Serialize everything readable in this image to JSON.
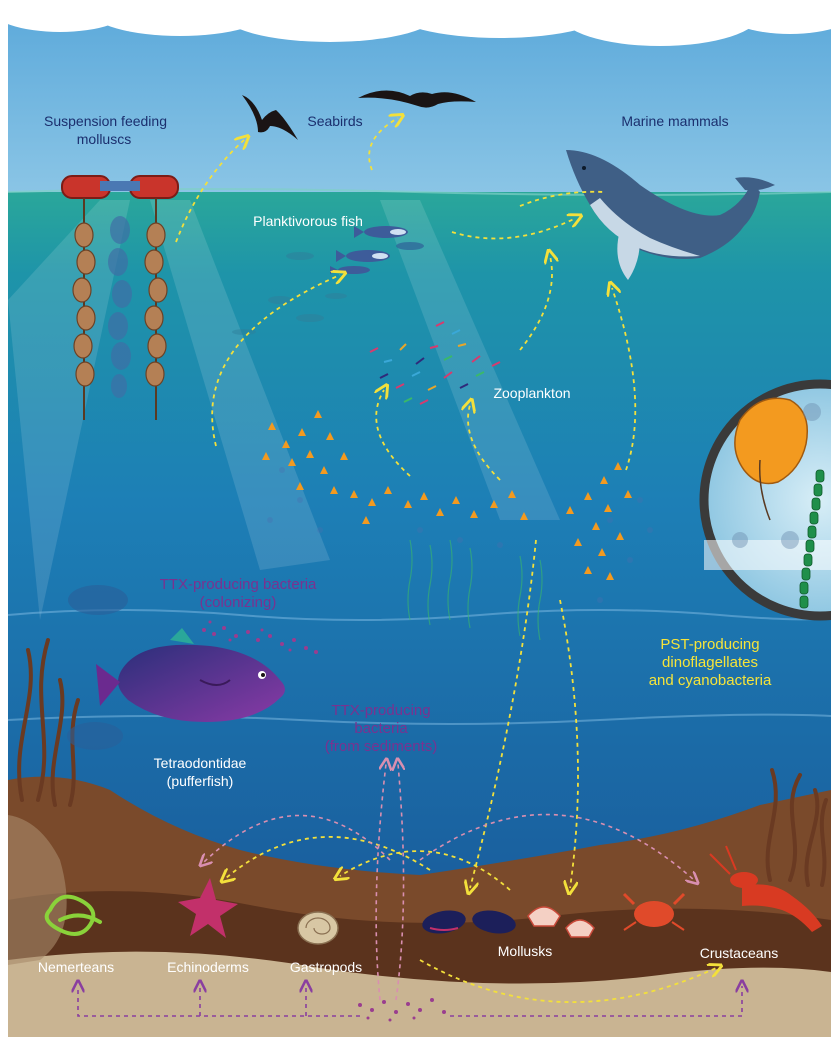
{
  "labels": {
    "suspension_feeding": [
      "Suspension feeding",
      "molluscs"
    ],
    "seabirds": "Seabirds",
    "marine_mammals": "Marine mammals",
    "planktivorous_fish": "Planktivorous fish",
    "zooplankton": "Zooplankton",
    "ttx_colonizing": [
      "TTX-producing bacteria",
      "(colonizing)"
    ],
    "pst_producing": [
      "PST-producing",
      "dinoflagellates",
      "and cyanobacteria"
    ],
    "ttx_sediments": [
      "TTX-producing",
      "bacteria",
      "(from sediments)"
    ],
    "tetraodontidae": [
      "Tetraodontidae",
      "(pufferfish)"
    ],
    "nemerteans": "Nemerteans",
    "echinoderms": "Echinoderms",
    "gastropods": "Gastropods",
    "mollusks": "Mollusks",
    "crustaceans": "Crustaceans"
  },
  "colors": {
    "sky": "#6fb6df",
    "surface_water": "#2aa79a",
    "mid_water": "#1d7fb6",
    "deep_water": "#1a5fa0",
    "sediment": "#7a4a2b",
    "sand": "#c9b492",
    "pst_arrow": "#f3e03b",
    "ttx_arrow": "#d98fb0",
    "ttx_bottom_arrow": "#8a3ea0",
    "label_navy": "#1b2f6e",
    "label_purple": "#7a3290",
    "label_yellow": "#f6e43a"
  },
  "icons": [
    "cloud-icon",
    "seabird-icon",
    "whale-icon",
    "fish-icon",
    "pufferfish-icon",
    "mussel-line-icon",
    "buoy-icon",
    "dinoflagellate-icon",
    "cyanobacteria-icon",
    "starfish-icon",
    "snail-icon",
    "mussel-icon",
    "scallop-icon",
    "crab-icon",
    "lobster-icon",
    "worm-icon",
    "kelp-icon"
  ]
}
